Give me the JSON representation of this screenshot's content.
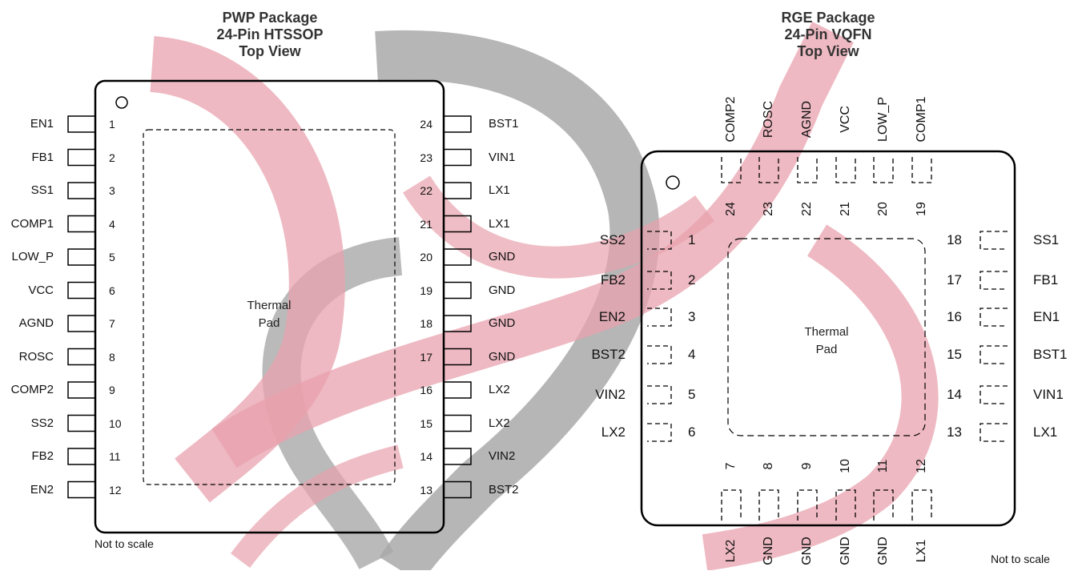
{
  "pwp": {
    "title": [
      "PWP Package",
      "24-Pin HTSSOP",
      "Top View"
    ],
    "left_pins": [
      {
        "num": "1",
        "name": "EN1"
      },
      {
        "num": "2",
        "name": "FB1"
      },
      {
        "num": "3",
        "name": "SS1"
      },
      {
        "num": "4",
        "name": "COMP1"
      },
      {
        "num": "5",
        "name": "LOW_P"
      },
      {
        "num": "6",
        "name": "VCC"
      },
      {
        "num": "7",
        "name": "AGND"
      },
      {
        "num": "8",
        "name": "ROSC"
      },
      {
        "num": "9",
        "name": "COMP2"
      },
      {
        "num": "10",
        "name": "SS2"
      },
      {
        "num": "11",
        "name": "FB2"
      },
      {
        "num": "12",
        "name": "EN2"
      }
    ],
    "right_pins": [
      {
        "num": "24",
        "name": "BST1"
      },
      {
        "num": "23",
        "name": "VIN1"
      },
      {
        "num": "22",
        "name": "LX1"
      },
      {
        "num": "21",
        "name": "LX1"
      },
      {
        "num": "20",
        "name": "GND"
      },
      {
        "num": "19",
        "name": "GND"
      },
      {
        "num": "18",
        "name": "GND"
      },
      {
        "num": "17",
        "name": "GND"
      },
      {
        "num": "16",
        "name": "LX2"
      },
      {
        "num": "15",
        "name": "LX2"
      },
      {
        "num": "14",
        "name": "VIN2"
      },
      {
        "num": "13",
        "name": "BST2"
      }
    ],
    "pad_label": [
      "Thermal",
      "Pad"
    ],
    "note": "Not to scale"
  },
  "rge": {
    "title": [
      "RGE Package",
      "24-Pin VQFN",
      "Top View"
    ],
    "top_pins": [
      {
        "num": "24",
        "name": "COMP2"
      },
      {
        "num": "23",
        "name": "ROSC"
      },
      {
        "num": "22",
        "name": "AGND"
      },
      {
        "num": "21",
        "name": "VCC"
      },
      {
        "num": "20",
        "name": "LOW_P"
      },
      {
        "num": "19",
        "name": "COMP1"
      }
    ],
    "left_pins": [
      {
        "num": "1",
        "name": "SS2"
      },
      {
        "num": "2",
        "name": "FB2"
      },
      {
        "num": "3",
        "name": "EN2"
      },
      {
        "num": "4",
        "name": "BST2"
      },
      {
        "num": "5",
        "name": "VIN2"
      },
      {
        "num": "6",
        "name": "LX2"
      }
    ],
    "right_pins": [
      {
        "num": "18",
        "name": "SS1"
      },
      {
        "num": "17",
        "name": "FB1"
      },
      {
        "num": "16",
        "name": "EN1"
      },
      {
        "num": "15",
        "name": "BST1"
      },
      {
        "num": "14",
        "name": "VIN1"
      },
      {
        "num": "13",
        "name": "LX1"
      }
    ],
    "bottom_pins": [
      {
        "num": "7",
        "name": "LX2"
      },
      {
        "num": "8",
        "name": "GND"
      },
      {
        "num": "9",
        "name": "GND"
      },
      {
        "num": "10",
        "name": "GND"
      },
      {
        "num": "11",
        "name": "GND"
      },
      {
        "num": "12",
        "name": "LX1"
      }
    ],
    "pad_label": [
      "Thermal",
      "Pad"
    ],
    "note": "Not to scale"
  },
  "watermark_colors": {
    "pink": "#e8a1ad",
    "gray": "#a9a9a9"
  }
}
